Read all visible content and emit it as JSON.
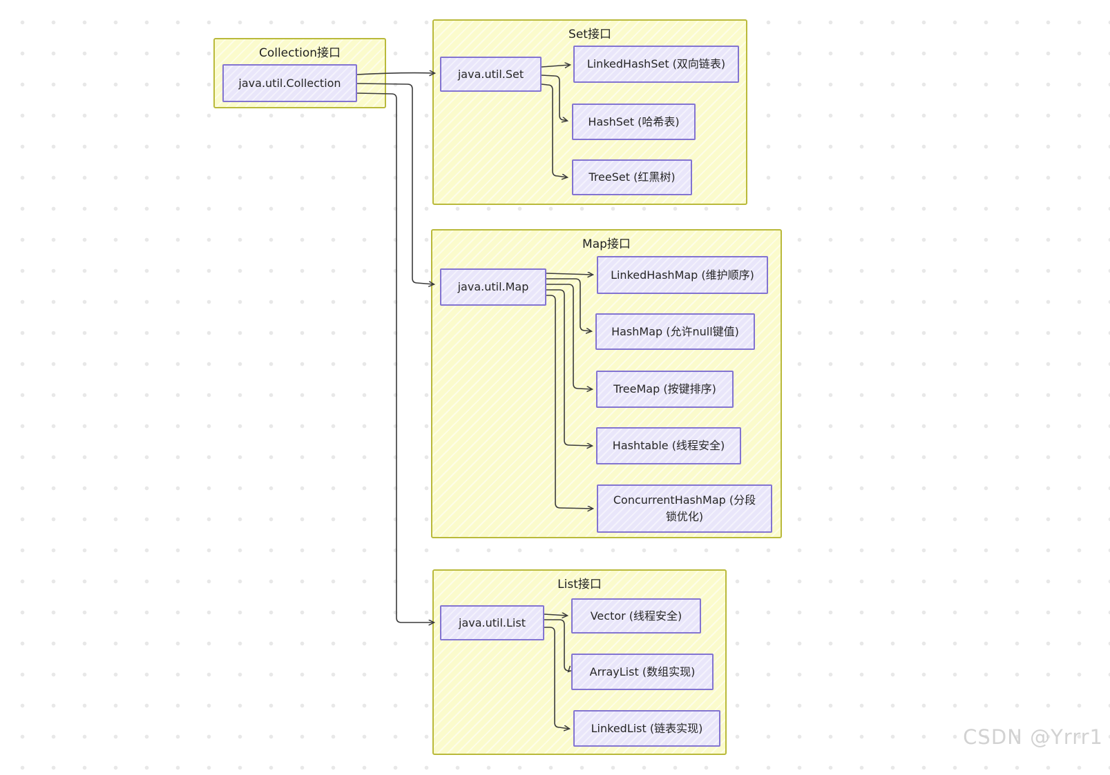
{
  "watermark": "CSDN @Yrrr1",
  "colors": {
    "group_fill": "#fbfbcc",
    "group_border": "#b9b93a",
    "node_fill": "#e9e6fa",
    "node_border": "#8273d1",
    "arrow": "#3a3a3a",
    "background_dot": "#e8e8e8",
    "watermark": "#d2d2d2"
  },
  "groups": {
    "collection": {
      "title": "Collection接口"
    },
    "set": {
      "title": "Set接口"
    },
    "map": {
      "title": "Map接口"
    },
    "list": {
      "title": "List接口"
    }
  },
  "nodes": {
    "collection": {
      "label": "java.util.Collection"
    },
    "set": {
      "label": "java.util.Set"
    },
    "linkedhashset": {
      "label": "LinkedHashSet (双向链表)"
    },
    "hashset": {
      "label": "HashSet (哈希表)"
    },
    "treeset": {
      "label": "TreeSet (红黑树)"
    },
    "map": {
      "label": "java.util.Map"
    },
    "linkedhashmap": {
      "label": "LinkedHashMap (维护顺序)"
    },
    "hashmap": {
      "label": "HashMap (允许null键值)"
    },
    "treemap": {
      "label": "TreeMap (按键排序)"
    },
    "hashtable": {
      "label": "Hashtable (线程安全)"
    },
    "concurrenthashmap": {
      "label": "ConcurrentHashMap (分段锁优化)"
    },
    "list": {
      "label": "java.util.List"
    },
    "vector": {
      "label": "Vector (线程安全)"
    },
    "arraylist": {
      "label": "ArrayList (数组实现)"
    },
    "linkedlist": {
      "label": "LinkedList (链表实现)"
    }
  },
  "edges": [
    {
      "from": "java.util.Collection",
      "to": "java.util.Set"
    },
    {
      "from": "java.util.Collection",
      "to": "java.util.Map"
    },
    {
      "from": "java.util.Collection",
      "to": "java.util.List"
    },
    {
      "from": "java.util.Set",
      "to": "LinkedHashSet (双向链表)"
    },
    {
      "from": "java.util.Set",
      "to": "HashSet (哈希表)"
    },
    {
      "from": "java.util.Set",
      "to": "TreeSet (红黑树)"
    },
    {
      "from": "java.util.Map",
      "to": "LinkedHashMap (维护顺序)"
    },
    {
      "from": "java.util.Map",
      "to": "HashMap (允许null键值)"
    },
    {
      "from": "java.util.Map",
      "to": "TreeMap (按键排序)"
    },
    {
      "from": "java.util.Map",
      "to": "Hashtable (线程安全)"
    },
    {
      "from": "java.util.Map",
      "to": "ConcurrentHashMap (分段锁优化)"
    },
    {
      "from": "java.util.List",
      "to": "Vector (线程安全)"
    },
    {
      "from": "java.util.List",
      "to": "ArrayList (数组实现)"
    },
    {
      "from": "java.util.List",
      "to": "LinkedList (链表实现)"
    }
  ]
}
